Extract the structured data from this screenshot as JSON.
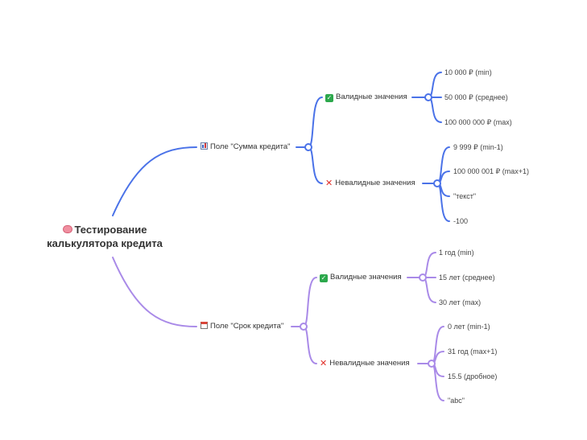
{
  "mindmap": {
    "root": {
      "icon": "brain-icon",
      "line1": "Тестирование",
      "line2": "калькулятора кредита"
    },
    "colors": {
      "branch_sum": "#4a72e8",
      "branch_term": "#a98ae8",
      "text": "#333333"
    },
    "branches": [
      {
        "icon": "bar-chart-icon",
        "label": "Поле \"Сумма кредита\"",
        "groups": [
          {
            "icon": "check-icon",
            "label": "Валидные значения",
            "items": [
              "10 000 ₽ (min)",
              "50 000 ₽ (среднее)",
              "100 000 000 ₽ (max)"
            ]
          },
          {
            "icon": "cross-icon",
            "label": "Невалидные значения",
            "items": [
              "9 999 ₽ (min-1)",
              "100 000 001 ₽ (max+1)",
              "\"текст\"",
              "-100"
            ]
          }
        ]
      },
      {
        "icon": "calendar-icon",
        "label": "Поле \"Срок кредита\"",
        "groups": [
          {
            "icon": "check-icon",
            "label": "Валидные значения",
            "items": [
              "1 год (min)",
              "15 лет (среднее)",
              "30 лет (max)"
            ]
          },
          {
            "icon": "cross-icon",
            "label": "Невалидные значения",
            "items": [
              "0 лет (min-1)",
              "31 год (max+1)",
              "15.5 (дробное)",
              "\"abc\""
            ]
          }
        ]
      }
    ]
  }
}
